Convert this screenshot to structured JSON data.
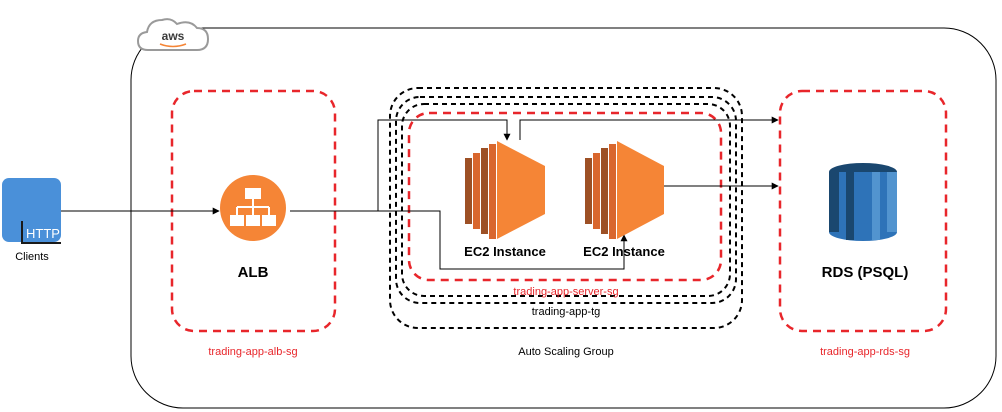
{
  "cloud": {
    "provider_logo": "aws"
  },
  "clients": {
    "icon": "http-client-icon",
    "badge": "HTTP",
    "label": "Clients"
  },
  "alb": {
    "icon": "load-balancer-icon",
    "label": "ALB",
    "sg": "trading-app-alb-sg"
  },
  "instances": [
    {
      "icon": "ec2-instance-icon",
      "label": "EC2 Instance"
    },
    {
      "icon": "ec2-instance-icon",
      "label": "EC2 Instance"
    }
  ],
  "server_sg": "trading-app-server-sg",
  "target_group": "trading-app-tg",
  "asg": "Auto Scaling Group",
  "rds": {
    "icon": "rds-database-icon",
    "label": "RDS (PSQL)",
    "sg": "trading-app-rds-sg"
  },
  "colors": {
    "aws_orange": "#F58536",
    "ec2_dark": "#9D5025",
    "ec2_mid": "#D9672E",
    "security_group_red": "#E8262B",
    "rds_dark": "#1A476F",
    "rds_mid": "#2E73B8",
    "rds_light": "#5294CF",
    "http_blue": "#4A90D9"
  }
}
